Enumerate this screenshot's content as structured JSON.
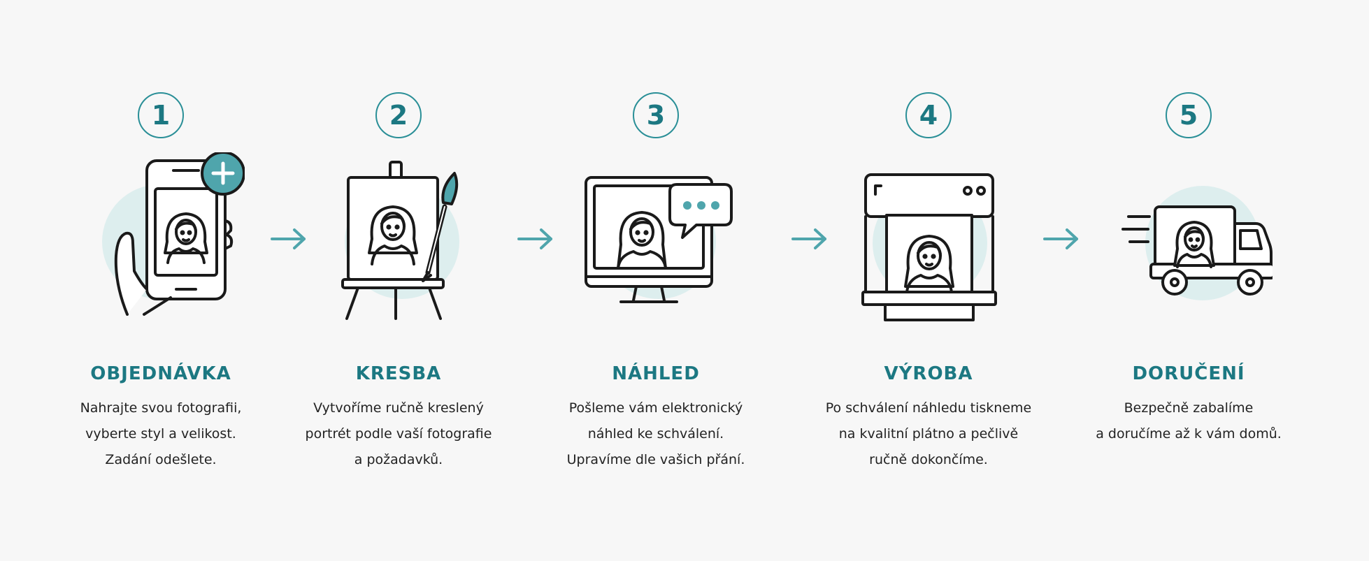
{
  "colors": {
    "accent": "#1c7882",
    "accent_fill": "#4fa5ac",
    "icon_bg": "#ddeeee",
    "text": "#222222",
    "background": "#f7f7f7"
  },
  "steps": [
    {
      "number": "1",
      "title": "OBJEDNÁVKA",
      "icon": "phone-upload-icon",
      "lines": [
        "Nahrajte svou fotografii,",
        "vyberte styl a velikost.",
        "Zadání odešlete."
      ]
    },
    {
      "number": "2",
      "title": "KRESBA",
      "icon": "easel-brush-icon",
      "lines": [
        "Vytvoříme ručně kreslený",
        "portrét podle vaší fotografie",
        "a požadavků."
      ]
    },
    {
      "number": "3",
      "title": "NÁHLED",
      "icon": "monitor-chat-icon",
      "lines": [
        "Pošleme vám elektronický",
        "náhled ke schválení.",
        "Upravíme dle vašich přání."
      ]
    },
    {
      "number": "4",
      "title": "VÝROBA",
      "icon": "printer-canvas-icon",
      "lines": [
        "Po schválení náhledu tiskneme",
        "na kvalitní plátno a pečlivě",
        "ručně dokončíme."
      ]
    },
    {
      "number": "5",
      "title": "DORUČENÍ",
      "icon": "delivery-truck-icon",
      "lines": [
        "Bezpečně zabalíme",
        "a doručíme až k vám domů."
      ]
    }
  ]
}
